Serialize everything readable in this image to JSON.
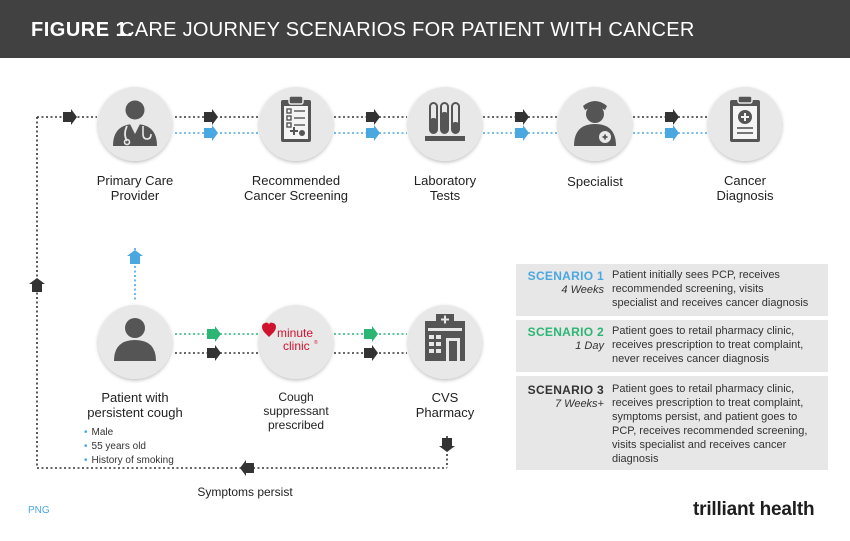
{
  "header": {
    "figure_label": "FIGURE 1.",
    "title": "CARE JOURNEY SCENARIOS FOR PATIENT WITH CANCER"
  },
  "nodes": {
    "pcp": {
      "line1": "Primary Care",
      "line2": "Provider",
      "icon": "doctor-icon"
    },
    "screening": {
      "line1": "Recommended",
      "line2": "Cancer Screening",
      "icon": "clipboard-icon"
    },
    "lab": {
      "line1": "Laboratory",
      "line2": "Tests",
      "icon": "test-tubes-icon"
    },
    "specialist": {
      "line1": "Specialist",
      "icon": "specialist-icon"
    },
    "diagnosis": {
      "line1": "Cancer",
      "line2": "Diagnosis",
      "icon": "medical-chart-icon"
    },
    "patient": {
      "line1": "Patient with",
      "line2": "persistent cough",
      "icon": "person-icon"
    },
    "minuteclinic": {
      "line1": "Cough",
      "line2": "suppressant",
      "line3": "prescribed",
      "logo_word1": "minute",
      "logo_word2": "clinic",
      "logo_mark": "®"
    },
    "cvs": {
      "line1": "CVS",
      "line2": "Pharmacy",
      "icon": "pharmacy-building-icon"
    }
  },
  "patient_attributes": [
    "Male",
    "55 years old",
    "History of smoking"
  ],
  "loop_label": "Symptoms persist",
  "scenarios": [
    {
      "name": "SCENARIO 1",
      "duration": "4 Weeks",
      "color": "#4aa8e0",
      "lines": [
        "Patient initially sees PCP, receives",
        "recommended screening, visits",
        "specialist and receives cancer diagnosis"
      ]
    },
    {
      "name": "SCENARIO 2",
      "duration": "1 Day",
      "color": "#2bb673",
      "lines": [
        "Patient goes to retail pharmacy clinic,",
        "receives prescription to treat complaint,",
        "never receives cancer diagnosis"
      ]
    },
    {
      "name": "SCENARIO 3",
      "duration": "7 Weeks+",
      "color": "#333333",
      "lines": [
        "Patient goes to retail pharmacy clinic,",
        "receives prescription to treat complaint,",
        "symptoms persist, and patient goes to",
        "PCP, receives recommended screening,",
        "visits specialist and receives cancer",
        "diagnosis"
      ]
    }
  ],
  "footer": {
    "format_label": "PNG",
    "brand": "trilliant health"
  },
  "colors": {
    "header_bg": "#414141",
    "blue": "#4aa8e0",
    "green": "#2bb673",
    "dark": "#333333",
    "circle": "#e6e6e6",
    "icon": "#555555",
    "minuteclinic_red": "#d1122e"
  }
}
